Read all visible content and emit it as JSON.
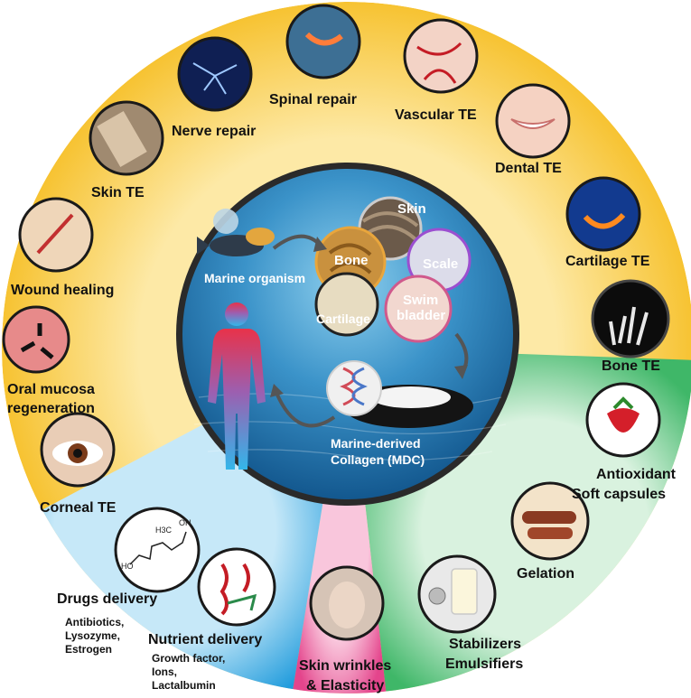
{
  "center": {
    "marine_organism": "Marine organism",
    "mdc_line1": "Marine-derived",
    "mdc_line2": "Collagen (MDC)",
    "sources": [
      "Skin",
      "Bone",
      "Scale",
      "Swim",
      "bladder",
      "Cartilage"
    ]
  },
  "tissue_engineering": [
    "Spinal repair",
    "Nerve repair",
    "Vascular TE",
    "Dental TE",
    "Skin TE",
    "Cartilage TE",
    "Wound healing",
    "Bone TE",
    "Oral mucosa",
    "regeneration",
    "Corneal TE"
  ],
  "food": [
    "Antioxidant",
    "Soft capsules",
    "Gelation",
    "Stabilizers",
    "Emulsifiers"
  ],
  "cosmetics": [
    "Skin wrinkles",
    "& Elasticity"
  ],
  "delivery": {
    "drugs": "Drugs delivery",
    "drugs_items": [
      "Antibiotics,",
      "Lysozyme,",
      "Estrogen"
    ],
    "nutrient": "Nutrient delivery",
    "nutrient_items": [
      "Growth factor,",
      "Ions,",
      "Lactalbumin"
    ],
    "molecule_labels": [
      "HO",
      "OH",
      "H3C"
    ]
  },
  "colors": {
    "yellow": "#f6be22",
    "green": "#5cc07a",
    "pink": "#e8609a",
    "blue": "#37a8e2",
    "ocean": "#1c6fa8"
  }
}
